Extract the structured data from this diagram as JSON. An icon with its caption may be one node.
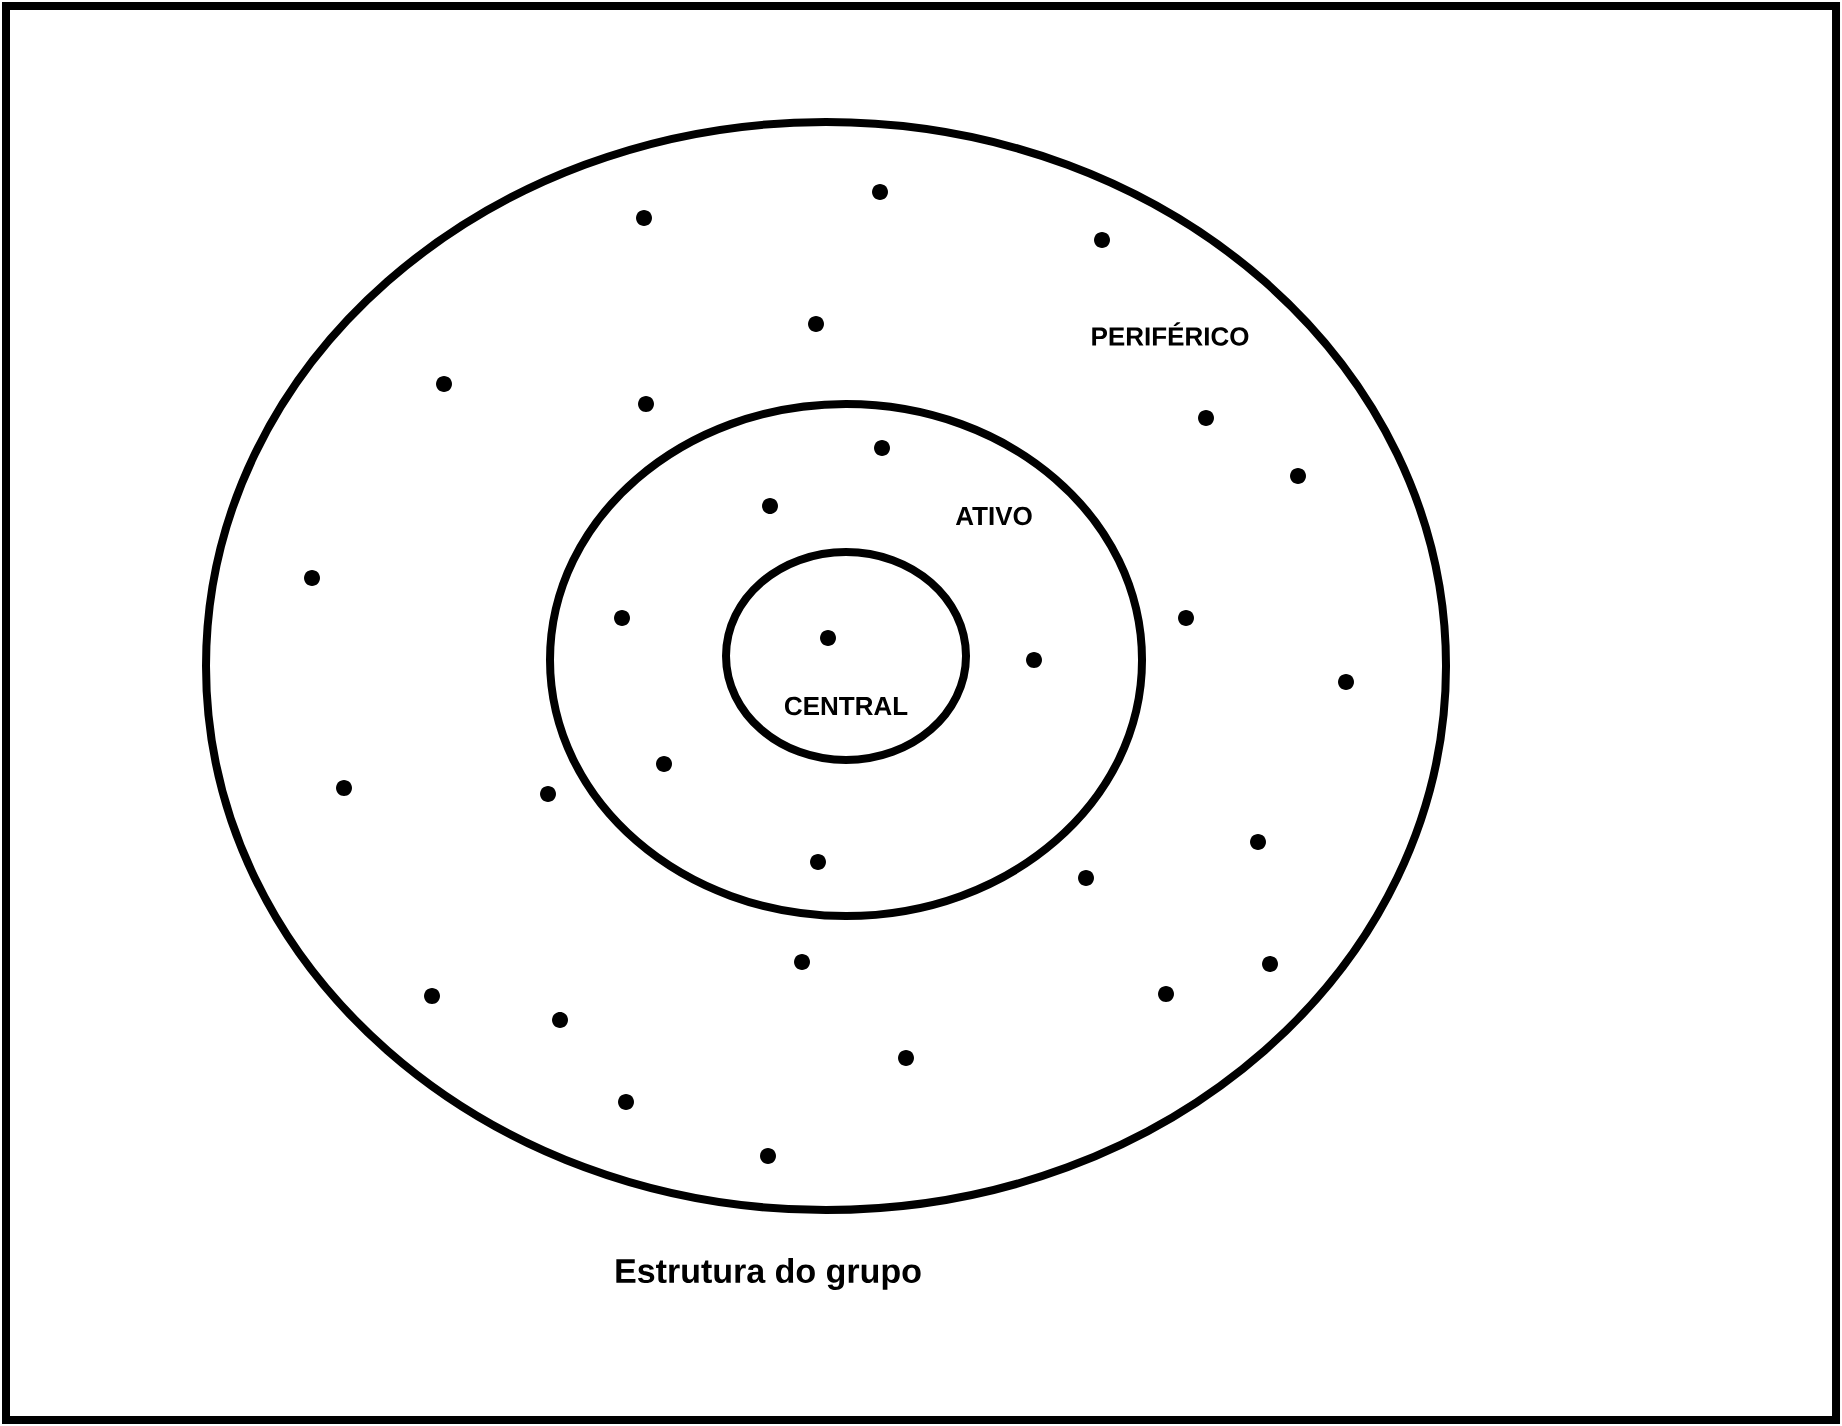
{
  "diagram": {
    "nodes": [
      {
        "text": [
          "PERIFÉRICO"
        ]
      },
      {
        "text": [
          "ATIVO"
        ],
        "in": 0
      },
      {
        "text": [
          "CENTRAL"
        ],
        "in": 1
      }
    ],
    "labels": [
      "Estrutura do grupo"
    ]
  }
}
